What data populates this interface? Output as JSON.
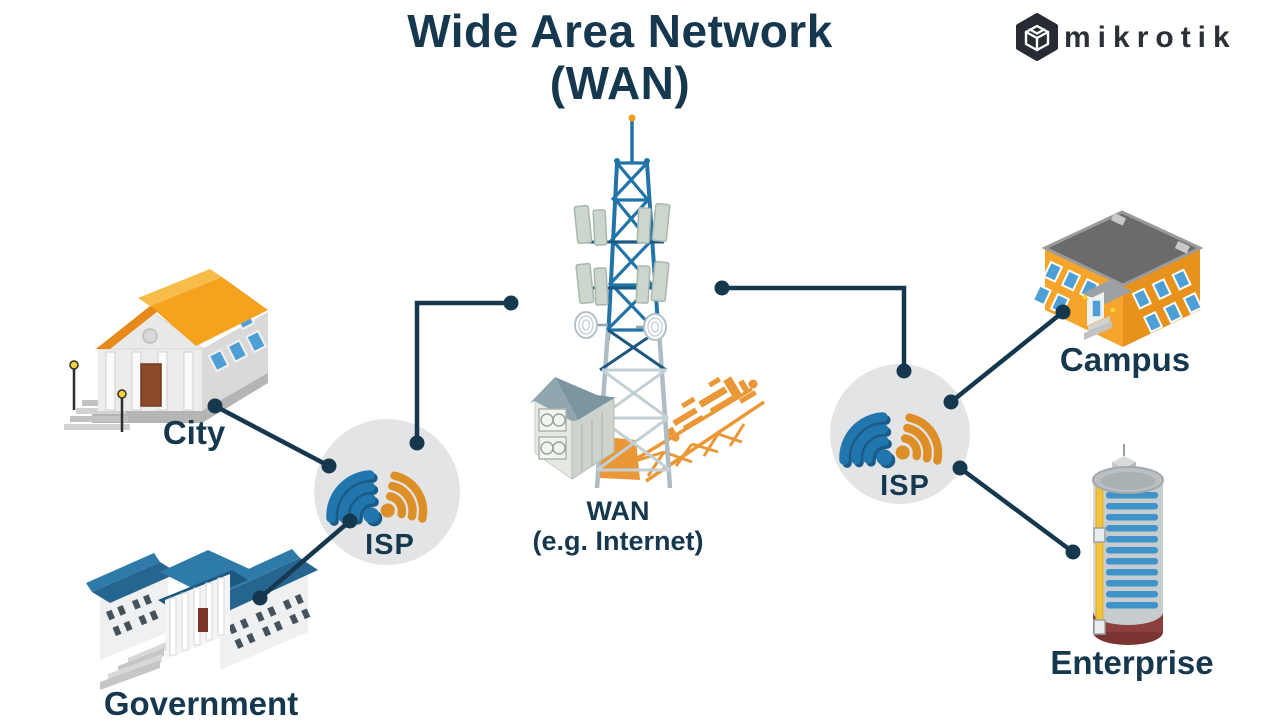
{
  "title": {
    "line1": "Wide Area Network",
    "line2": "(WAN)"
  },
  "brand": {
    "text": "mikrotik"
  },
  "wan": {
    "line1": "WAN",
    "line2": "(e.g. Internet)"
  },
  "isp_left": {
    "label": "ISP"
  },
  "isp_right": {
    "label": "ISP"
  },
  "sites": {
    "city": {
      "label": "City"
    },
    "government": {
      "label": "Government"
    },
    "campus": {
      "label": "Campus"
    },
    "enterprise": {
      "label": "Enterprise"
    }
  },
  "colors": {
    "ink_navy": "#16384e",
    "connection_line": "#16384e",
    "isp_circle_fill": "#e3e4e6",
    "wifi_blue": "#2176ad",
    "wifi_blue_dark": "#1b5b87",
    "wifi_orange": "#dd8f27",
    "brand_ink": "#272b33",
    "tower_blue": "#2273a8",
    "tower_light": "#c3d0d6",
    "shadow_orange": "#e8922d",
    "city_roof_orange": "#f5a31f",
    "government_roof_blue": "#25658f",
    "campus_orange": "#f6a52c",
    "campus_roof_gray": "#6b6b6b",
    "window_blue": "#4d9fd6",
    "enterprise_base_maroon": "#8c3f3c",
    "enterprise_stripe_yellow": "#f2c33e"
  }
}
